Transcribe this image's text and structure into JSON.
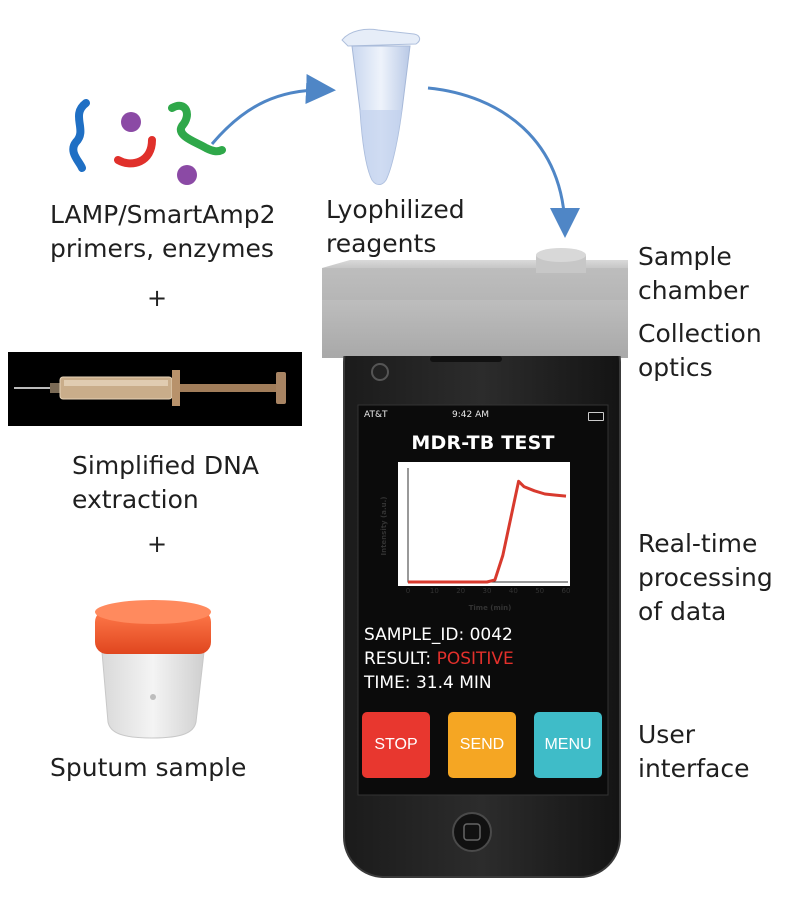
{
  "labels": {
    "primers": [
      "LAMP/SmartAmp2",
      "primers, enzymes"
    ],
    "plus": "+",
    "extraction": [
      "Simplified DNA",
      "extraction"
    ],
    "sputum": "Sputum sample",
    "reagents": [
      "Lyophilized",
      "reagents"
    ],
    "sample_chamber": [
      "Sample",
      "chamber"
    ],
    "collection_optics": [
      "Collection",
      "optics"
    ],
    "processing": [
      "Real-time",
      "processing",
      "of data"
    ],
    "user_interface": [
      "User",
      "interface"
    ]
  },
  "phone": {
    "carrier": "AT&T",
    "time": "9:42 AM",
    "screen_title": "MDR-TB TEST",
    "sample_id": "SAMPLE_ID: 0042",
    "result_label": "RESULT: ",
    "result_value": "POSITIVE",
    "time_result": "TIME: 31.4 MIN",
    "buttons": [
      {
        "label": "STOP",
        "color": "#e8372f"
      },
      {
        "label": "SEND",
        "color": "#f5a623"
      },
      {
        "label": "MENU",
        "color": "#3fbcc8"
      }
    ]
  },
  "chart_data": {
    "type": "line",
    "xlabel": "Time (min)",
    "ylabel": "Intensity (a.u.)",
    "xlim": [
      0,
      60
    ],
    "xticks": [
      0,
      10,
      20,
      30,
      40,
      50,
      60
    ],
    "ylim": [
      0,
      1
    ],
    "grid": false,
    "color": "#d83a2e",
    "x": [
      0,
      10,
      20,
      30,
      33,
      36,
      39,
      42,
      44,
      48,
      52,
      56,
      60
    ],
    "y": [
      0,
      0,
      0,
      0,
      0.02,
      0.25,
      0.6,
      0.95,
      0.9,
      0.86,
      0.83,
      0.82,
      0.81
    ]
  }
}
